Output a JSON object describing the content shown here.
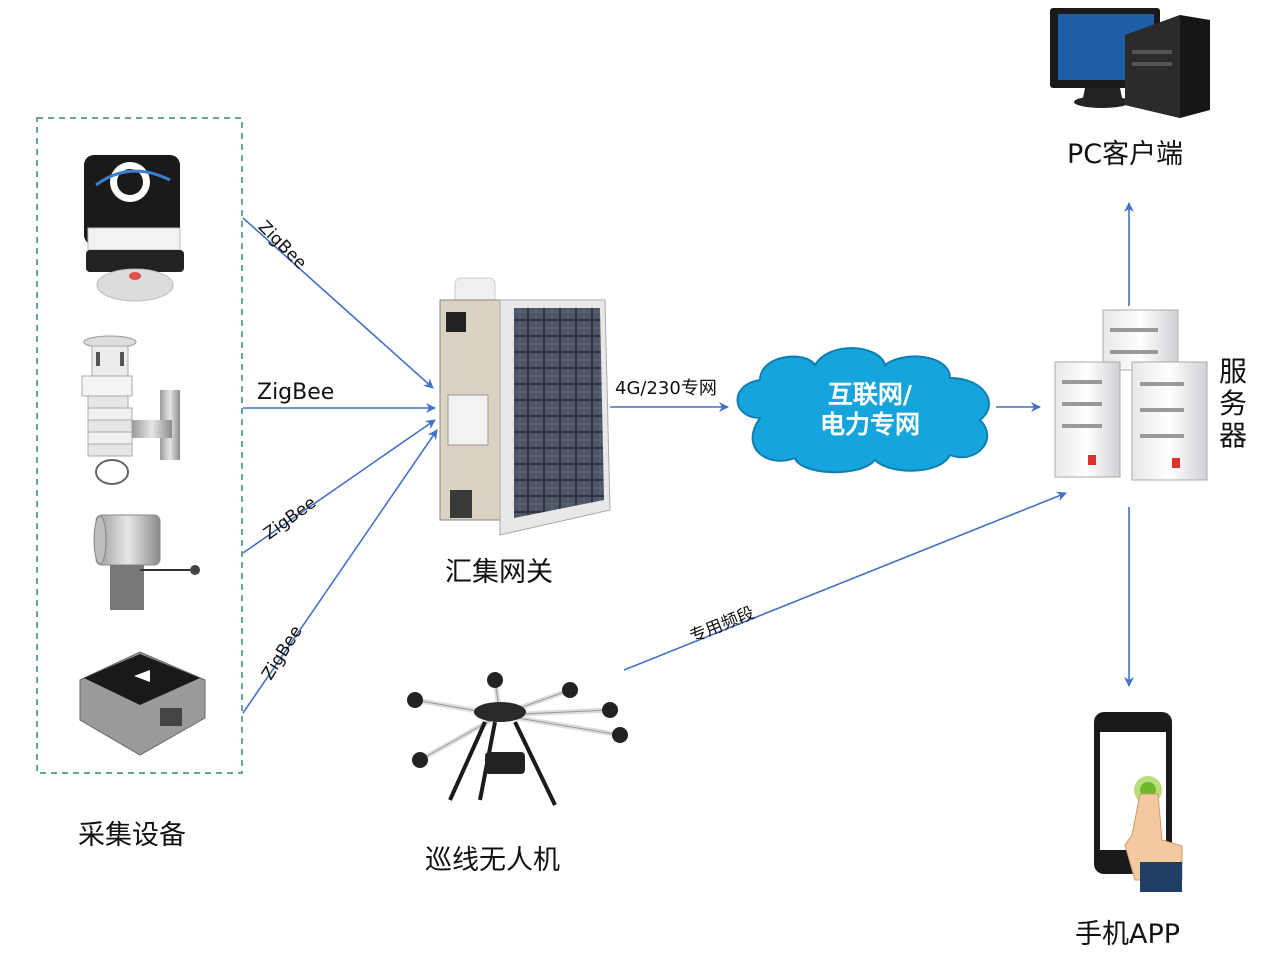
{
  "labels": {
    "collect_devices": "采集设备",
    "gateway": "汇集网关",
    "drone": "巡线无人机",
    "server": "服务器",
    "pc_client": "PC客户端",
    "mobile_app": "手机APP",
    "network_line1": "互联网/",
    "network_line2": "电力专网",
    "uplink": "4G/230专网",
    "drone_link": "专用频段",
    "zigbee": [
      "ZigBee",
      "ZigBee",
      "ZigBee",
      "ZigBee"
    ]
  },
  "icons": [
    "current-sensor-icon",
    "weather-station-icon",
    "tension-sensor-icon",
    "tilt-sensor-icon",
    "gateway-solar-panel-icon",
    "cloud-icon",
    "server-icon",
    "pc-icon",
    "phone-icon",
    "drone-icon"
  ],
  "colors": {
    "arrow": "#4472c4",
    "cloud": "#16a4dc",
    "dashed_box": "#2e8b7c"
  }
}
